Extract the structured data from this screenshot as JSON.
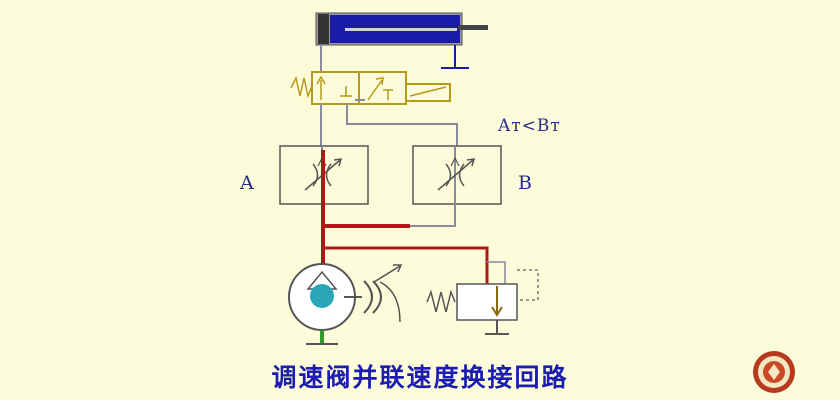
{
  "labels": {
    "valve_a": "A",
    "valve_b": "B",
    "relation": "Aт<Bт"
  },
  "caption": "调速阀并联速度换接回路",
  "colors": {
    "background": "#fdfcda",
    "pressure_line": "#b01818",
    "return_line": "#8a8aa0",
    "cylinder": "#1a1aa8",
    "valve_outline": "#b89a18",
    "caption": "#1c1cb0",
    "label": "#2a2a8a",
    "pump_core": "#2aa6b8",
    "suction": "#2e9b2e"
  },
  "icons": {
    "logo": "university-emblem-icon"
  }
}
